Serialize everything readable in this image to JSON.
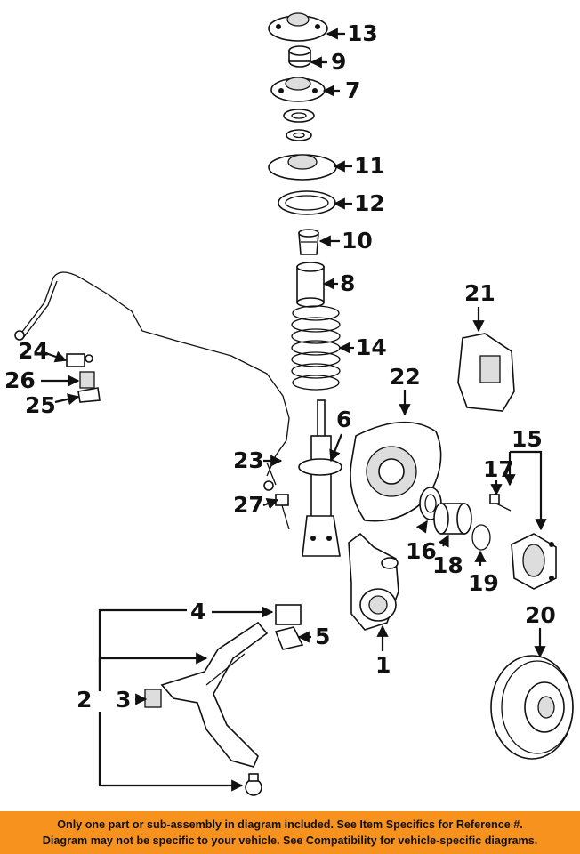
{
  "callouts": {
    "c1": "1",
    "c2": "2",
    "c3": "3",
    "c4": "4",
    "c5": "5",
    "c6": "6",
    "c7": "7",
    "c8": "8",
    "c9": "9",
    "c10": "10",
    "c11": "11",
    "c12": "12",
    "c13": "13",
    "c14": "14",
    "c15": "15",
    "c16": "16",
    "c17": "17",
    "c18": "18",
    "c19": "19",
    "c20": "20",
    "c21": "21",
    "c22": "22",
    "c23": "23",
    "c24": "24",
    "c25": "25",
    "c26": "26",
    "c27": "27"
  },
  "footer": {
    "line1": "Only one part or sub-assembly in diagram included. See Item Specifics for Reference #.",
    "line2": "Diagram may not be specific to your vehicle. See Compatibility for vehicle-specific diagrams."
  },
  "colors": {
    "banner": "#f7921e",
    "ink": "#111111"
  }
}
